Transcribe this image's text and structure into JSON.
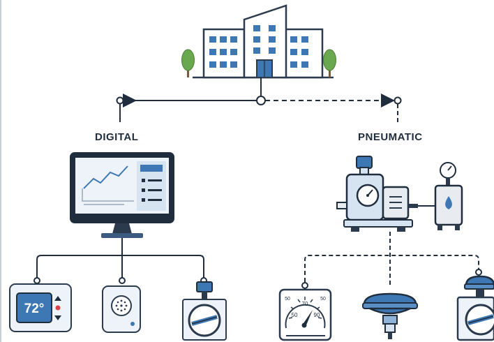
{
  "labels": {
    "digital": "DIGITAL",
    "pneumatic": "PNEUMATIC"
  },
  "thermostat": {
    "display": "72°"
  },
  "gauge": {
    "ticks": [
      "50",
      "70",
      "90"
    ],
    "edge_ticks": [
      "50",
      "50"
    ]
  },
  "colors": {
    "navy": "#1f2d3d",
    "outline": "#2b3a4d",
    "blue": "#3d78b5",
    "light_blue": "#8fb3d9",
    "pale_blue": "#d6e4f2",
    "gray_fill": "#e8ecf1",
    "green": "#6aa84f",
    "trunk": "#7a5a3a"
  },
  "icons": [
    "building-icon",
    "tree-icon",
    "monitor-icon",
    "chart-line-icon",
    "thermostat-icon",
    "sensor-icon",
    "damper-actuator-icon",
    "compressor-icon",
    "pressure-gauge-icon",
    "air-tank-icon",
    "dial-gauge-icon",
    "pneumatic-actuator-icon",
    "pneumatic-valve-icon"
  ]
}
